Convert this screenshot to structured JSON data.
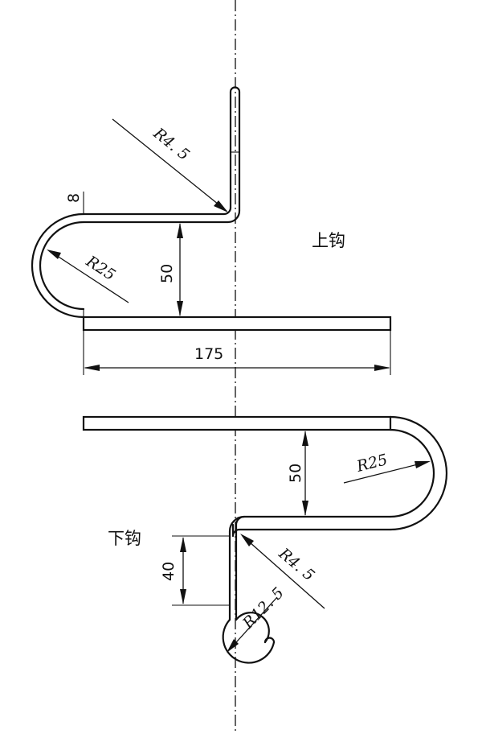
{
  "labels": {
    "upper_hook": "上钩",
    "lower_hook": "下钩"
  },
  "dimensions": {
    "upper_bend_radius": "R4. 5",
    "upper_wire_diameter": "8",
    "upper_loop_radius": "R25",
    "upper_loop_height": "50",
    "bar_length": "175",
    "lower_loop_height": "50",
    "lower_loop_radius": "R25",
    "lower_bend_radius": "R4. 5",
    "lower_stem_height": "40",
    "lower_hook_radius": "R12. 5"
  }
}
